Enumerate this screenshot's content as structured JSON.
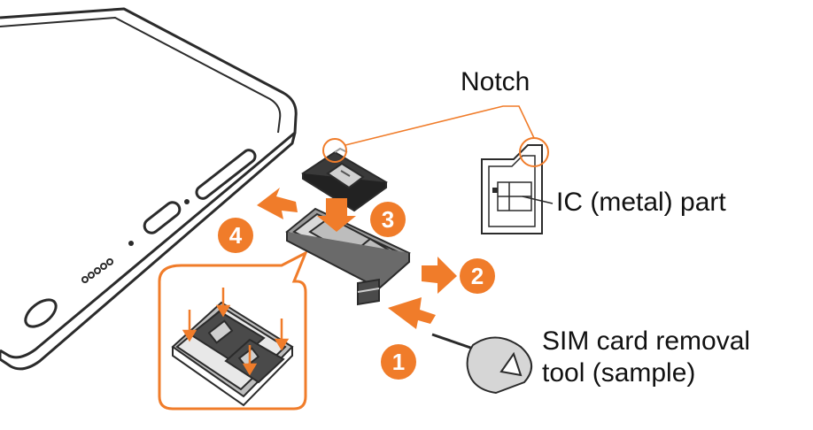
{
  "labels": {
    "notch": "Notch",
    "ic_part": "IC (metal) part",
    "tool_line1": "SIM card removal",
    "tool_line2": "tool (sample)"
  },
  "steps": [
    "1",
    "2",
    "3",
    "4"
  ],
  "colors": {
    "accent": "#f07c2a",
    "line": "#2b2b2b",
    "card": "#3a3a3a",
    "tray": "#6a6a6a",
    "background": "#ffffff"
  }
}
